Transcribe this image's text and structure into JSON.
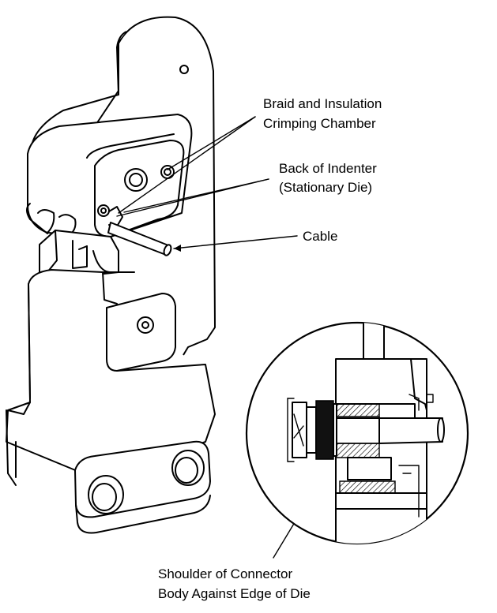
{
  "labels": {
    "braid_line1": "Braid and Insulation",
    "braid_line2": "Crimping Chamber",
    "indenter_line1": "Back of Indenter",
    "indenter_line2": "(Stationary Die)",
    "cable": "Cable",
    "shoulder_line1": "Shoulder of Connector",
    "shoulder_line2": "Body Against Edge of Die"
  }
}
